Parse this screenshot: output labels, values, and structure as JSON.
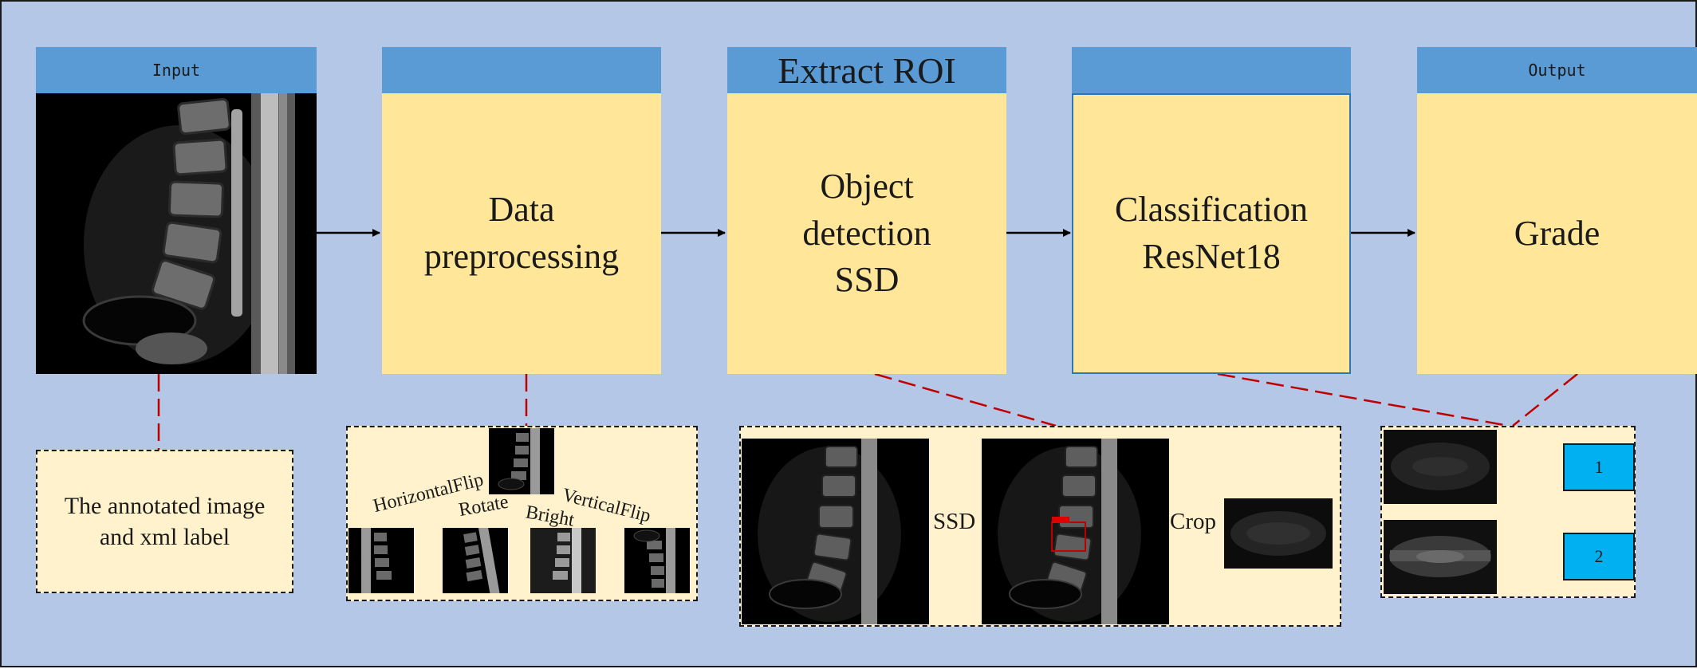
{
  "colors": {
    "background": "#b4c7e7",
    "header": "#5b9bd5",
    "stage_body": "#ffe699",
    "note_box": "#fff2cc",
    "connector": "#c00000",
    "blue_arrow": "#4472c4",
    "grade_box": "#00b0f0"
  },
  "stages": {
    "input": {
      "header": "Input"
    },
    "preprocess": {
      "header": "",
      "body": "Data\npreprocessing"
    },
    "roi": {
      "header": "Extract ROI",
      "body": "Object\ndetection\nSSD"
    },
    "classify": {
      "header": "",
      "body": "Classification\nResNet18"
    },
    "output": {
      "header": "Output",
      "body": "Grade"
    }
  },
  "details": {
    "annotation": {
      "text": "The annotated image\nand xml label"
    },
    "augmentation": {
      "horizontal_flip": "HorizontalFlip",
      "rotate": "Rotate",
      "bright": "Bright",
      "vertical_flip": "VerticalFlip"
    },
    "detection": {
      "ssd_label": "SSD",
      "crop_label": "Crop"
    },
    "grading": {
      "grade_1": "1",
      "grade_2": "2"
    }
  },
  "icons": {
    "mri": "spine-mri-image",
    "arrow": "right-arrow-icon"
  }
}
